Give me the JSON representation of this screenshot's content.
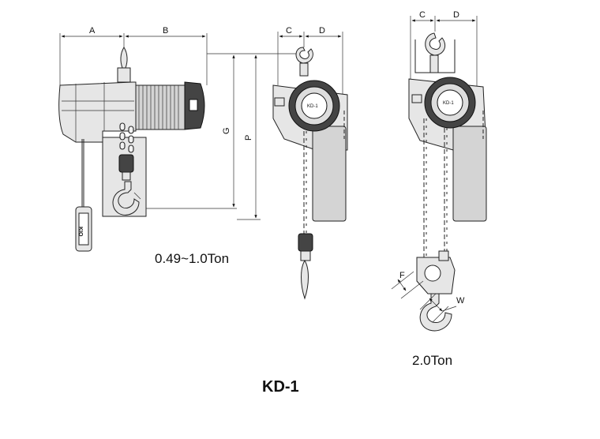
{
  "dimensions": {
    "a": "A",
    "b": "B",
    "g": "G",
    "p": "P",
    "c1": "C",
    "d1": "D",
    "c2": "C",
    "d2": "D",
    "f": "F",
    "w": "W"
  },
  "captions": {
    "capacity_small": "0.49~1.0Ton",
    "capacity_large": "2.0Ton",
    "model": "KD-1"
  },
  "labels": {
    "plate_1": "KD-1",
    "plate_2": "KD-1",
    "pendant": "KIO"
  }
}
